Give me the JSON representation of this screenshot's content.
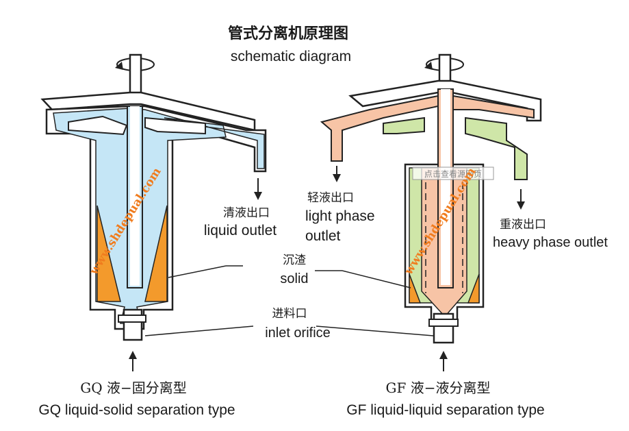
{
  "title_cn": "管式分离机原理图",
  "title_en": "schematic diagram",
  "labels": {
    "liquid_outlet_cn": "清液出口",
    "liquid_outlet_en": "liquid outlet",
    "light_outlet_cn": "轻液出口",
    "light_outlet_en_1": "light phase",
    "light_outlet_en_2": "outlet",
    "heavy_outlet_cn": "重液出口",
    "heavy_outlet_en": "heavy phase outlet",
    "solid_cn": "沉渣",
    "solid_en": "solid",
    "inlet_cn": "进料口",
    "inlet_en": "inlet orifice"
  },
  "captions": {
    "gq_cn": "GQ 液−固分离型",
    "gq_en": "GQ liquid-solid separation type",
    "gf_cn": "GF 液−液分离型",
    "gf_en": "GF liquid-liquid separation type"
  },
  "watermark": {
    "url_left": "www.shdepual.com",
    "url_right": "www.shdepual.com",
    "stamp": "点击查看源网页"
  },
  "colors": {
    "liquid": "#c5e6f6",
    "solid": "#f39a2c",
    "light_phase": "#f7c4a6",
    "heavy_phase": "#cfe6a8",
    "wall": "#2a2a2a",
    "watermark": "#f07c1e"
  }
}
